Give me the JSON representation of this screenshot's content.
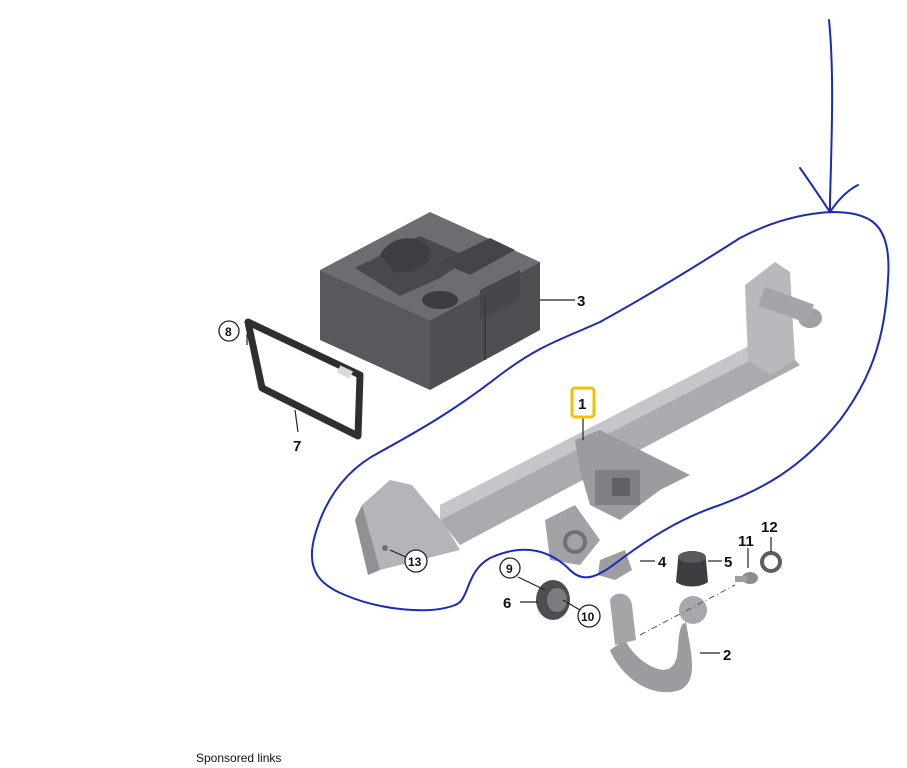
{
  "diagram": {
    "callouts": {
      "p1": "1",
      "p2": "2",
      "p3": "3",
      "p4": "4",
      "p5": "5",
      "p6": "6",
      "p7": "7",
      "p8": "8",
      "p9": "9",
      "p10": "10",
      "p11": "11",
      "p12": "12",
      "p13": "13"
    },
    "colors": {
      "highlight_box": "#f2c200",
      "annotation_ink": "#1a2bb8",
      "part_metal": "#a9abaf",
      "part_dark": "#5a5c5f"
    }
  },
  "footer": {
    "sponsored_label": "Sponsored links"
  }
}
